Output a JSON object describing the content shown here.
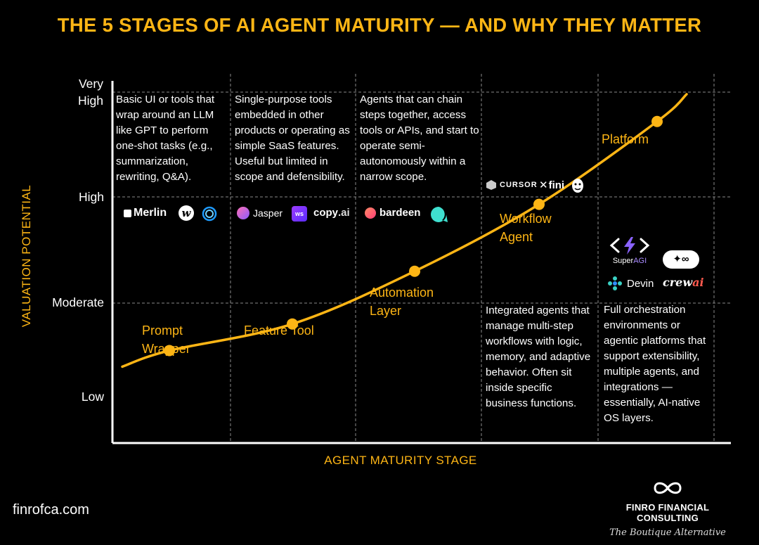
{
  "colors": {
    "accent": "#FDB515",
    "grid": "#8a8a8a",
    "background": "#000000",
    "text": "#ffffff"
  },
  "title": "THE 5 STAGES OF AI AGENT MATURITY — AND WHY THEY MATTER",
  "footer": {
    "site": "finrofca.com",
    "brand_name": "FINRO FINANCIAL CONSULTING",
    "brand_tagline": "The Boutique Alternative",
    "brand_icon": "infinity-icon"
  },
  "chart_data": {
    "type": "line",
    "xlabel": "AGENT MATURITY STAGE",
    "ylabel": "VALUATION POTENTIAL",
    "y_levels": [
      "Low",
      "Moderate",
      "High",
      "Very High"
    ],
    "grid": true,
    "series": [
      {
        "points": [
          {
            "stage": "Prompt Wrapper",
            "value": 0.5
          },
          {
            "stage": "Feature Tool",
            "value": 0.78
          },
          {
            "stage": "Automation Layer",
            "value": 1.3
          },
          {
            "stage": "Workflow Agent",
            "value": 1.93
          },
          {
            "stage": "Platform",
            "value": 2.72
          }
        ]
      }
    ],
    "stages": [
      {
        "label_lines": [
          "Prompt",
          "Wrapper"
        ],
        "description": "Basic UI or tools that wrap around an LLM like GPT to perform one-shot tasks (e.g., summarization, rewriting, Q&A).",
        "logos": [
          "Merlin"
        ]
      },
      {
        "label_lines": [
          "Feature Tool"
        ],
        "description": "Single-purpose tools embedded in other products or operating as simple SaaS features. Useful but limited in scope and defensibility.",
        "logos": [
          "Jasper",
          "copy.ai"
        ]
      },
      {
        "label_lines": [
          "Automation",
          "Layer"
        ],
        "description": "Agents that can chain steps together, access tools or APIs, and start to operate semi-autonomously within a narrow scope.",
        "logos": [
          "bardeen"
        ]
      },
      {
        "label_lines": [
          "Workflow",
          "Agent"
        ],
        "description": "Integrated agents that manage multi-step workflows with logic, memory, and adaptive behavior. Often sit inside specific business functions.",
        "logos": [
          "CURSOR",
          "fini"
        ]
      },
      {
        "label_lines": [
          "Platform"
        ],
        "description": "Full orchestration environments or agentic platforms that support extensibility, multiple agents, and integrations — essentially, AI-native OS layers.",
        "logos": [
          "SuperAGI",
          "Devin",
          "crewai"
        ]
      }
    ]
  },
  "y_label_lines": {
    "very_high_1": "Very",
    "very_high_2": "High"
  },
  "logo_text": {
    "merlin": "Merlin",
    "jasper": "Jasper",
    "copyai_main": "copy",
    "copyai_dot": ".ai",
    "bardeen": "bardeen",
    "cursor": "CURSOR",
    "fini": "fini",
    "superagi_a": "Super",
    "superagi_b": "AGI",
    "devin": "Devin",
    "crewai_a": "crew",
    "crewai_b": "ai"
  }
}
